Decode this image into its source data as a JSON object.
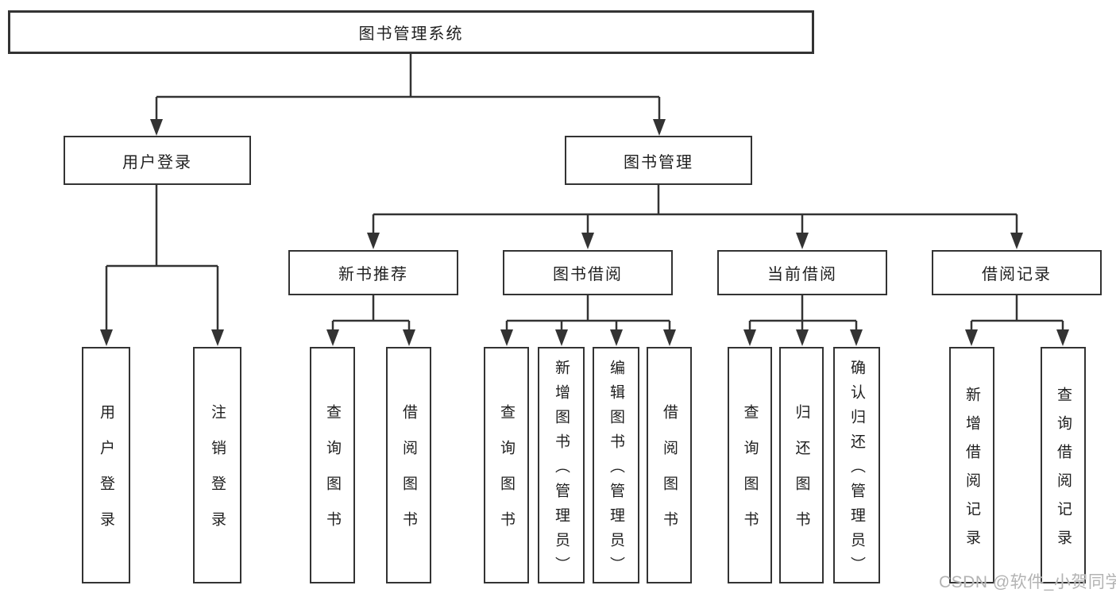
{
  "diagram": {
    "root": {
      "label": "图书管理系统"
    },
    "level2": {
      "user_login": {
        "label": "用户登录"
      },
      "book_mgmt": {
        "label": "图书管理"
      }
    },
    "level3": {
      "new_book_rec": {
        "label": "新书推荐"
      },
      "book_borrow": {
        "label": "图书借阅"
      },
      "current_borrow": {
        "label": "当前借阅"
      },
      "borrow_record": {
        "label": "借阅记录"
      }
    },
    "leaves": {
      "login": {
        "label": "用户登录"
      },
      "logout": {
        "label": "注销登录"
      },
      "rec_query": {
        "label": "查询图书"
      },
      "rec_borrow": {
        "label": "借阅图书"
      },
      "bb_query": {
        "label": "查询图书"
      },
      "bb_add": {
        "label": "新增图书（管理员）"
      },
      "bb_edit": {
        "label": "编辑图书（管理员）"
      },
      "bb_borrow": {
        "label": "借阅图书"
      },
      "cb_query": {
        "label": "查询图书"
      },
      "cb_return": {
        "label": "归还图书"
      },
      "cb_confirm": {
        "label": "确认归还（管理员）"
      },
      "br_add": {
        "label": "新增借阅记录"
      },
      "br_query": {
        "label": "查询借阅记录"
      }
    },
    "watermark": "CSDN @软件_小贺同学",
    "colors": {
      "line": "#333333",
      "text": "#1f1f1f",
      "watermark": "#b3b3b3"
    }
  }
}
